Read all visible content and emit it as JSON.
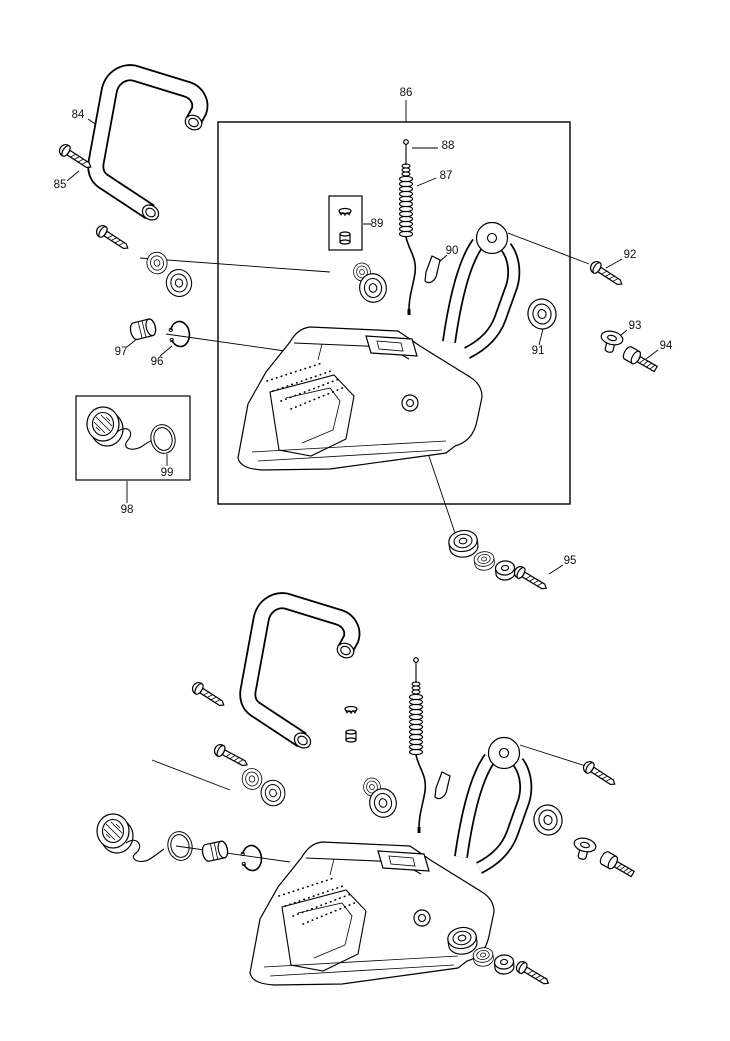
{
  "diagram": {
    "type": "exploded-parts-diagram",
    "views": {
      "top": "labeled",
      "bottom": "unlabeled"
    },
    "parts": {
      "84": "84",
      "85": "85",
      "86": "86",
      "87": "87",
      "88": "88",
      "89": "89",
      "90": "90",
      "91": "91",
      "92": "92",
      "93": "93",
      "94": "94",
      "95": "95",
      "96": "96",
      "97": "97",
      "98": "98",
      "99": "99"
    }
  }
}
